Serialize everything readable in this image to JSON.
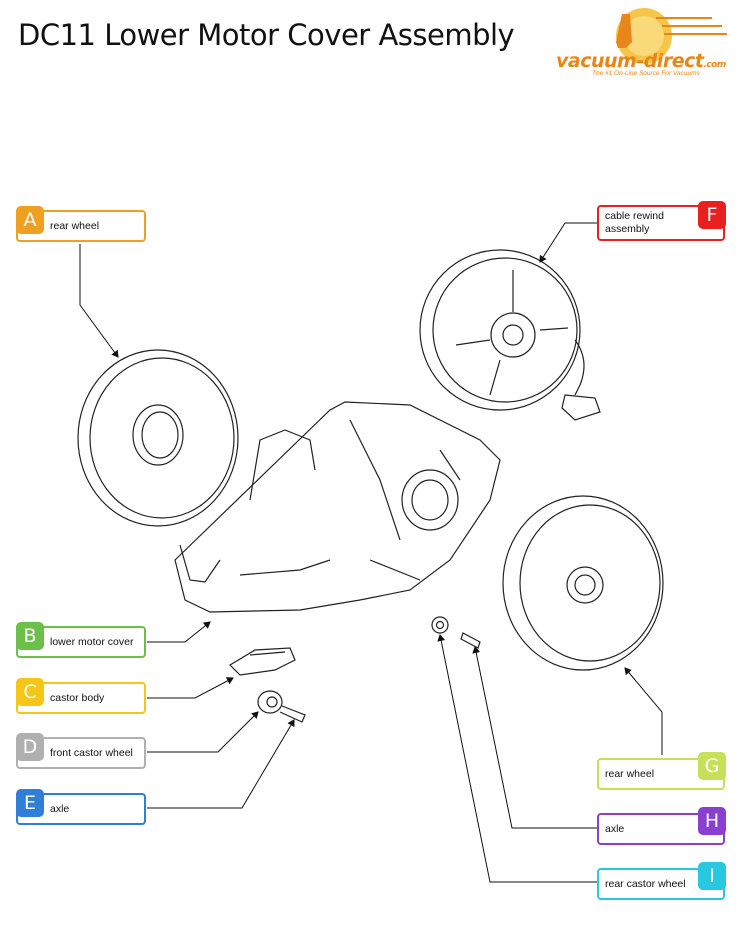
{
  "title": "DC11 Lower Motor Cover Assembly",
  "logo": {
    "brand": "vacuum-direct",
    "domain": ".com",
    "tagline": "The #1 On-Line Source For Vacuums"
  },
  "callouts": [
    {
      "letter": "A",
      "label": "rear wheel",
      "color": "#f0a020"
    },
    {
      "letter": "B",
      "label": "lower motor cover",
      "color": "#6cc04a"
    },
    {
      "letter": "C",
      "label": "castor body",
      "color": "#f5c518"
    },
    {
      "letter": "D",
      "label": "front castor wheel",
      "color": "#b0b0b0"
    },
    {
      "letter": "E",
      "label": "axle",
      "color": "#2f7fd8"
    },
    {
      "letter": "F",
      "label": "cable rewind assembly",
      "color": "#e82020"
    },
    {
      "letter": "G",
      "label": "rear wheel",
      "color": "#c6e05a"
    },
    {
      "letter": "H",
      "label": "axle",
      "color": "#8a3fd0"
    },
    {
      "letter": "I",
      "label": "rear castor wheel",
      "color": "#28c8e0"
    }
  ]
}
